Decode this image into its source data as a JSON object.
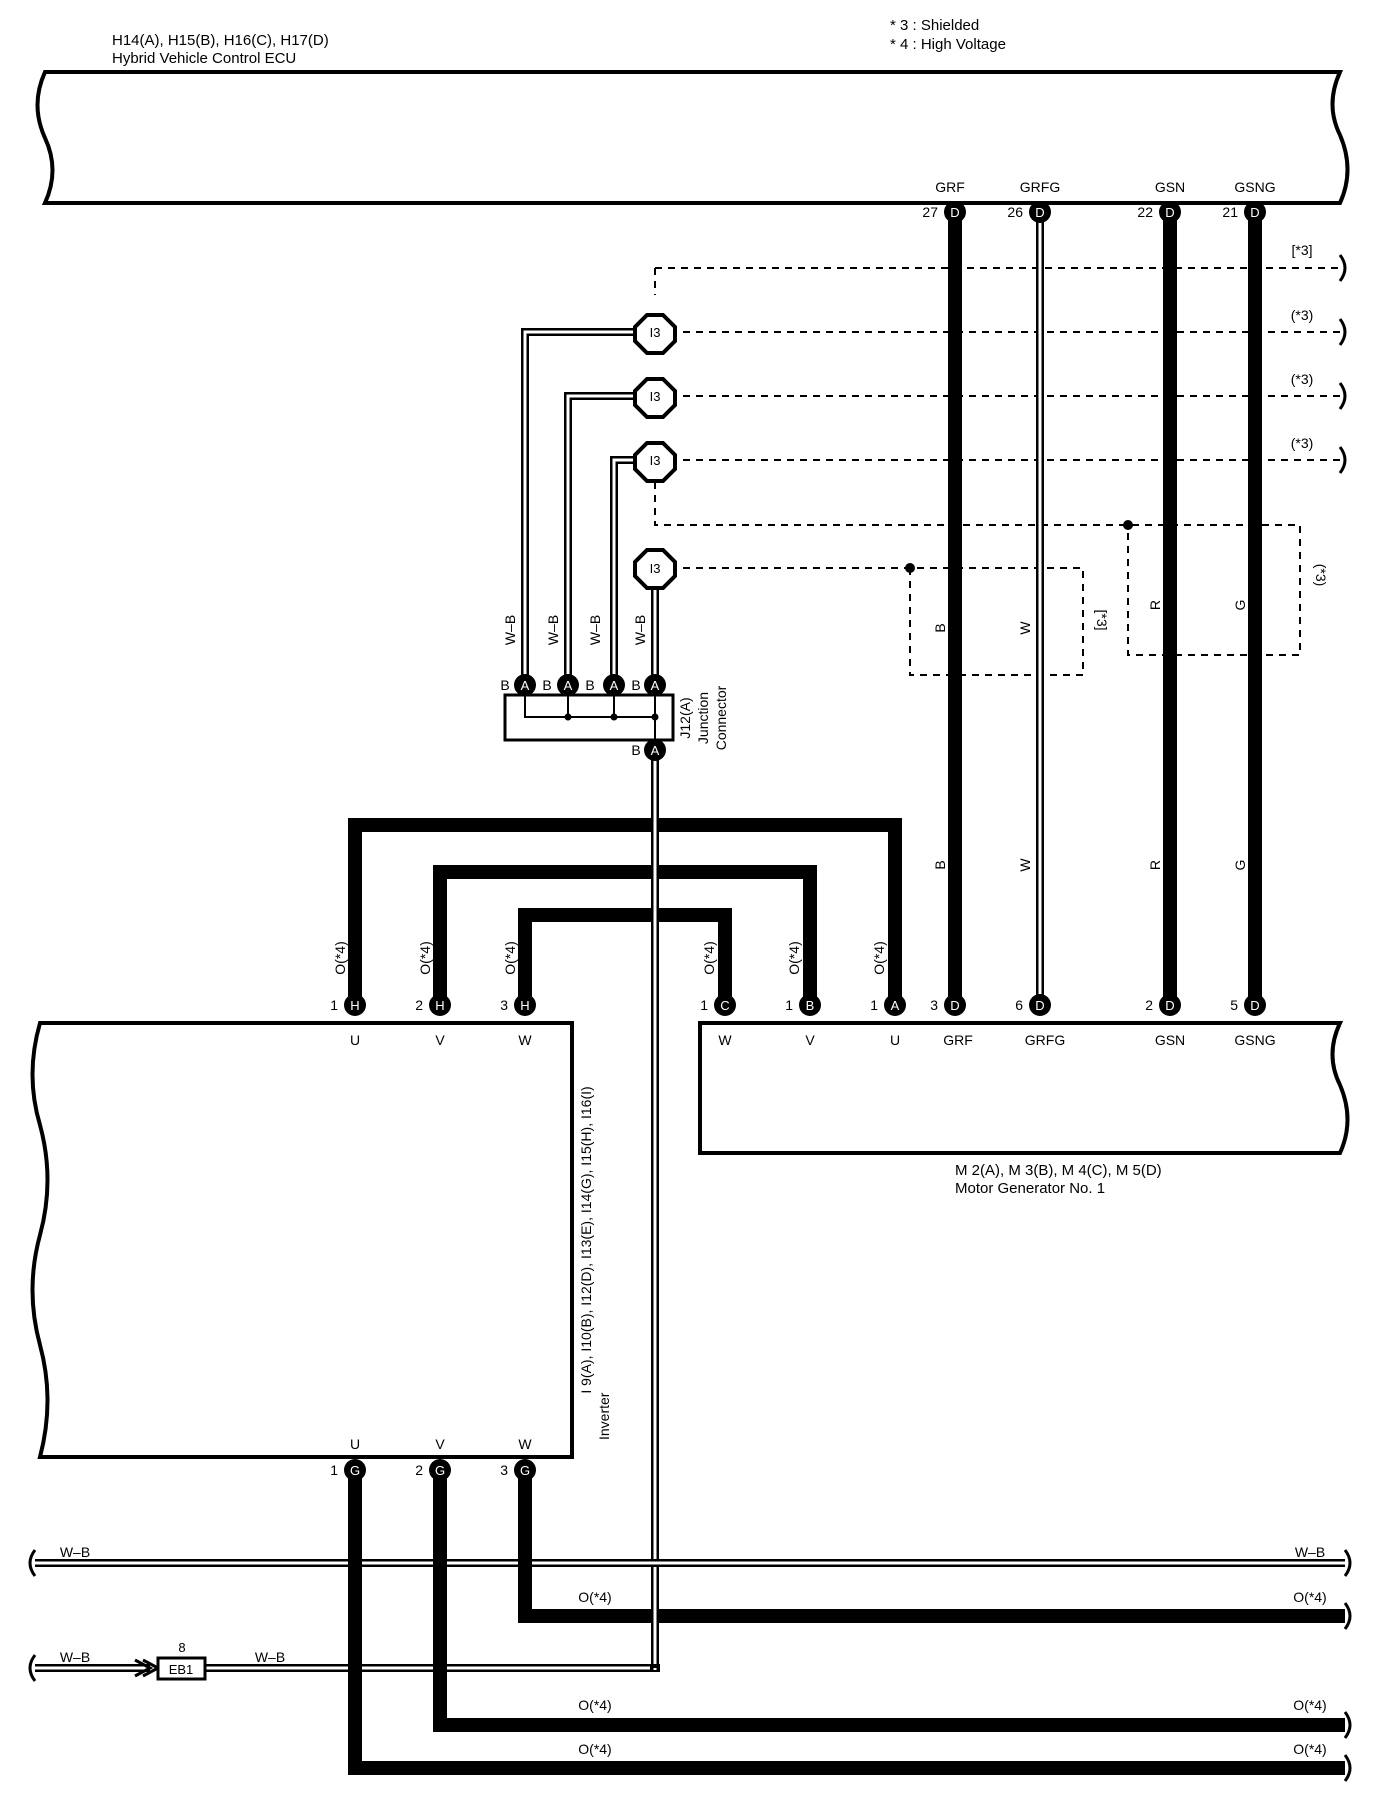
{
  "notes": {
    "n3": "* 3 : Shielded",
    "n4": "* 4 : High Voltage"
  },
  "ecu": {
    "line1": "H14(A), H15(B), H16(C), H17(D)",
    "line2": "Hybrid Vehicle Control ECU"
  },
  "ecu_pins": [
    {
      "num": "27",
      "conn": "D",
      "name": "GRF"
    },
    {
      "num": "26",
      "conn": "D",
      "name": "GRFG"
    },
    {
      "num": "22",
      "conn": "D",
      "name": "GSN"
    },
    {
      "num": "21",
      "conn": "D",
      "name": "GSNG"
    }
  ],
  "shield_label": "(*3)",
  "shield_label_bracket": "[*3]",
  "ground_point": "I3",
  "wire_colors": {
    "wb": "W–B",
    "b": "B",
    "w": "W",
    "r": "R",
    "g": "G",
    "o4": "O(*4)"
  },
  "junction": {
    "line1": "J12(A)",
    "line2": "Junction",
    "line3": "Connector",
    "conn": "A",
    "pin": "B"
  },
  "inverter": {
    "line1": "I 9(A), I10(B), I12(D), I13(E), I14(G), I15(H), I16(I)",
    "line2": "Inverter"
  },
  "inverter_top_pins": [
    {
      "num": "1",
      "conn": "H",
      "name": "U"
    },
    {
      "num": "2",
      "conn": "H",
      "name": "V"
    },
    {
      "num": "3",
      "conn": "H",
      "name": "W"
    }
  ],
  "inverter_bottom_pins": [
    {
      "num": "1",
      "conn": "G",
      "name": "U"
    },
    {
      "num": "2",
      "conn": "G",
      "name": "V"
    },
    {
      "num": "3",
      "conn": "G",
      "name": "W"
    }
  ],
  "motor": {
    "line1": "M 2(A), M 3(B), M 4(C), M 5(D)",
    "line2": "Motor Generator No. 1"
  },
  "motor_pins": [
    {
      "num": "1",
      "conn": "C",
      "name": "W"
    },
    {
      "num": "1",
      "conn": "B",
      "name": "V"
    },
    {
      "num": "1",
      "conn": "A",
      "name": "U"
    },
    {
      "num": "3",
      "conn": "D",
      "name": "GRF"
    },
    {
      "num": "6",
      "conn": "D",
      "name": "GRFG"
    },
    {
      "num": "2",
      "conn": "D",
      "name": "GSN"
    },
    {
      "num": "5",
      "conn": "D",
      "name": "GSNG"
    }
  ],
  "eb1": {
    "label": "EB1",
    "num": "8"
  }
}
